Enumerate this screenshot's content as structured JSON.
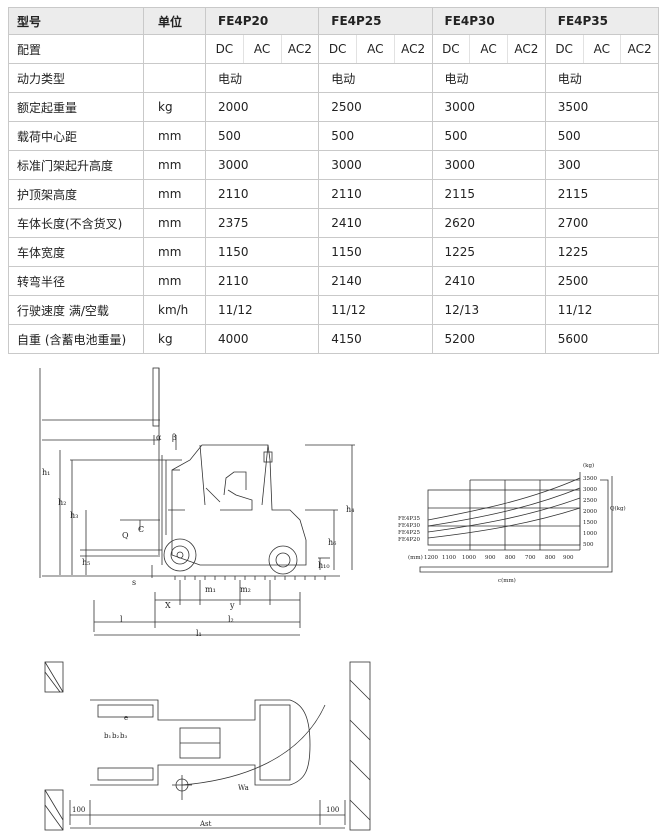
{
  "table": {
    "header": {
      "label": "型号",
      "unit": "单位",
      "models": [
        "FE4P20",
        "FE4P25",
        "FE4P30",
        "FE4P35"
      ]
    },
    "config_row": {
      "label": "配置",
      "options": [
        "DC",
        "AC",
        "AC2"
      ]
    },
    "rows": [
      {
        "label": "动力类型",
        "unit": "",
        "values": [
          "电动",
          "电动",
          "电动",
          "电动"
        ]
      },
      {
        "label": "额定起重量",
        "unit": "kg",
        "values": [
          "2000",
          "2500",
          "3000",
          "3500"
        ]
      },
      {
        "label": "载荷中心距",
        "unit": "mm",
        "values": [
          "500",
          "500",
          "500",
          "500"
        ]
      },
      {
        "label": "标准门架起升高度",
        "unit": "mm",
        "values": [
          "3000",
          "3000",
          "3000",
          "300"
        ]
      },
      {
        "label": "护顶架高度",
        "unit": "mm",
        "values": [
          "2110",
          "2110",
          "2115",
          "2115"
        ]
      },
      {
        "label": "车体长度(不含货叉)",
        "unit": "mm",
        "values": [
          "2375",
          "2410",
          "2620",
          "2700"
        ]
      },
      {
        "label": "车体宽度",
        "unit": "mm",
        "values": [
          "1150",
          "1150",
          "1225",
          "1225"
        ]
      },
      {
        "label": "转弯半径",
        "unit": "mm",
        "values": [
          "2110",
          "2140",
          "2410",
          "2500"
        ]
      },
      {
        "label": "行驶速度 满/空载",
        "unit": "km/h",
        "values": [
          "11/12",
          "11/12",
          "12/13",
          "11/12"
        ]
      },
      {
        "label": "自重 (含蓄电池重量)",
        "unit": "kg",
        "values": [
          "4000",
          "4150",
          "5200",
          "5600"
        ]
      }
    ]
  },
  "side_view": {
    "labels": {
      "h1": "h₁",
      "h2": "h₂",
      "h3": "h₃",
      "h4": "h₄",
      "h5": "h₅",
      "h6": "h₆",
      "h10": "h₁₀",
      "alpha": "α",
      "beta": "β",
      "q": "Q",
      "c": "C",
      "s": "s",
      "x": "X",
      "y": "y",
      "m1": "m₁",
      "m2": "m₂",
      "l": "l",
      "l2": "l₂",
      "l1": "l₁"
    }
  },
  "load_chart": {
    "unit_kg": "(kg)",
    "q_label": "Q(kg)",
    "y_ticks": [
      "3500",
      "3000",
      "2500",
      "2000",
      "1500",
      "1000",
      "500"
    ],
    "x_unit": "(mm)",
    "x_ticks": [
      "1200",
      "1100",
      "1000",
      "900",
      "800",
      "700",
      "800",
      "900"
    ],
    "c_label": "c(mm)",
    "series": [
      "FE4P35",
      "FE4P30",
      "FE4P25",
      "FE4P20"
    ]
  },
  "top_view": {
    "labels": {
      "b1": "b₁",
      "b2": "b₂",
      "b3": "b₃",
      "e": "e",
      "wa": "Wa",
      "d100a": "100",
      "d100b": "100",
      "ast": "Ast"
    }
  }
}
